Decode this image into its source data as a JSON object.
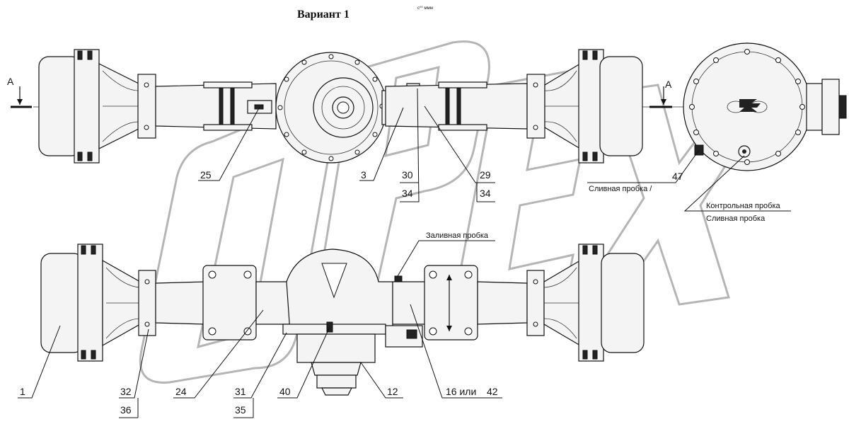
{
  "title": "Вариант 1",
  "small_mark": "с⁰⁰ ммм",
  "watermark": "OPEX",
  "section_marks": [
    "А",
    "А"
  ],
  "top_view_labels": {
    "l25": "25",
    "l3": "3",
    "l30": "30",
    "l34a": "34",
    "l29": "29",
    "l34b": "34"
  },
  "side_view_labels": {
    "l47": "47",
    "drain_plug_1": "Сливная пробка /",
    "control_plug": "Контрольная пробка",
    "drain_plug_2": "Сливная пробка"
  },
  "front_view_labels": {
    "fill_plug": "Заливная пробка",
    "l1": "1",
    "l32": "32",
    "l36": "36",
    "l24": "24",
    "l31": "31",
    "l35": "35",
    "l40": "40",
    "l12": "12",
    "l16": "16 или",
    "l42": "42"
  }
}
